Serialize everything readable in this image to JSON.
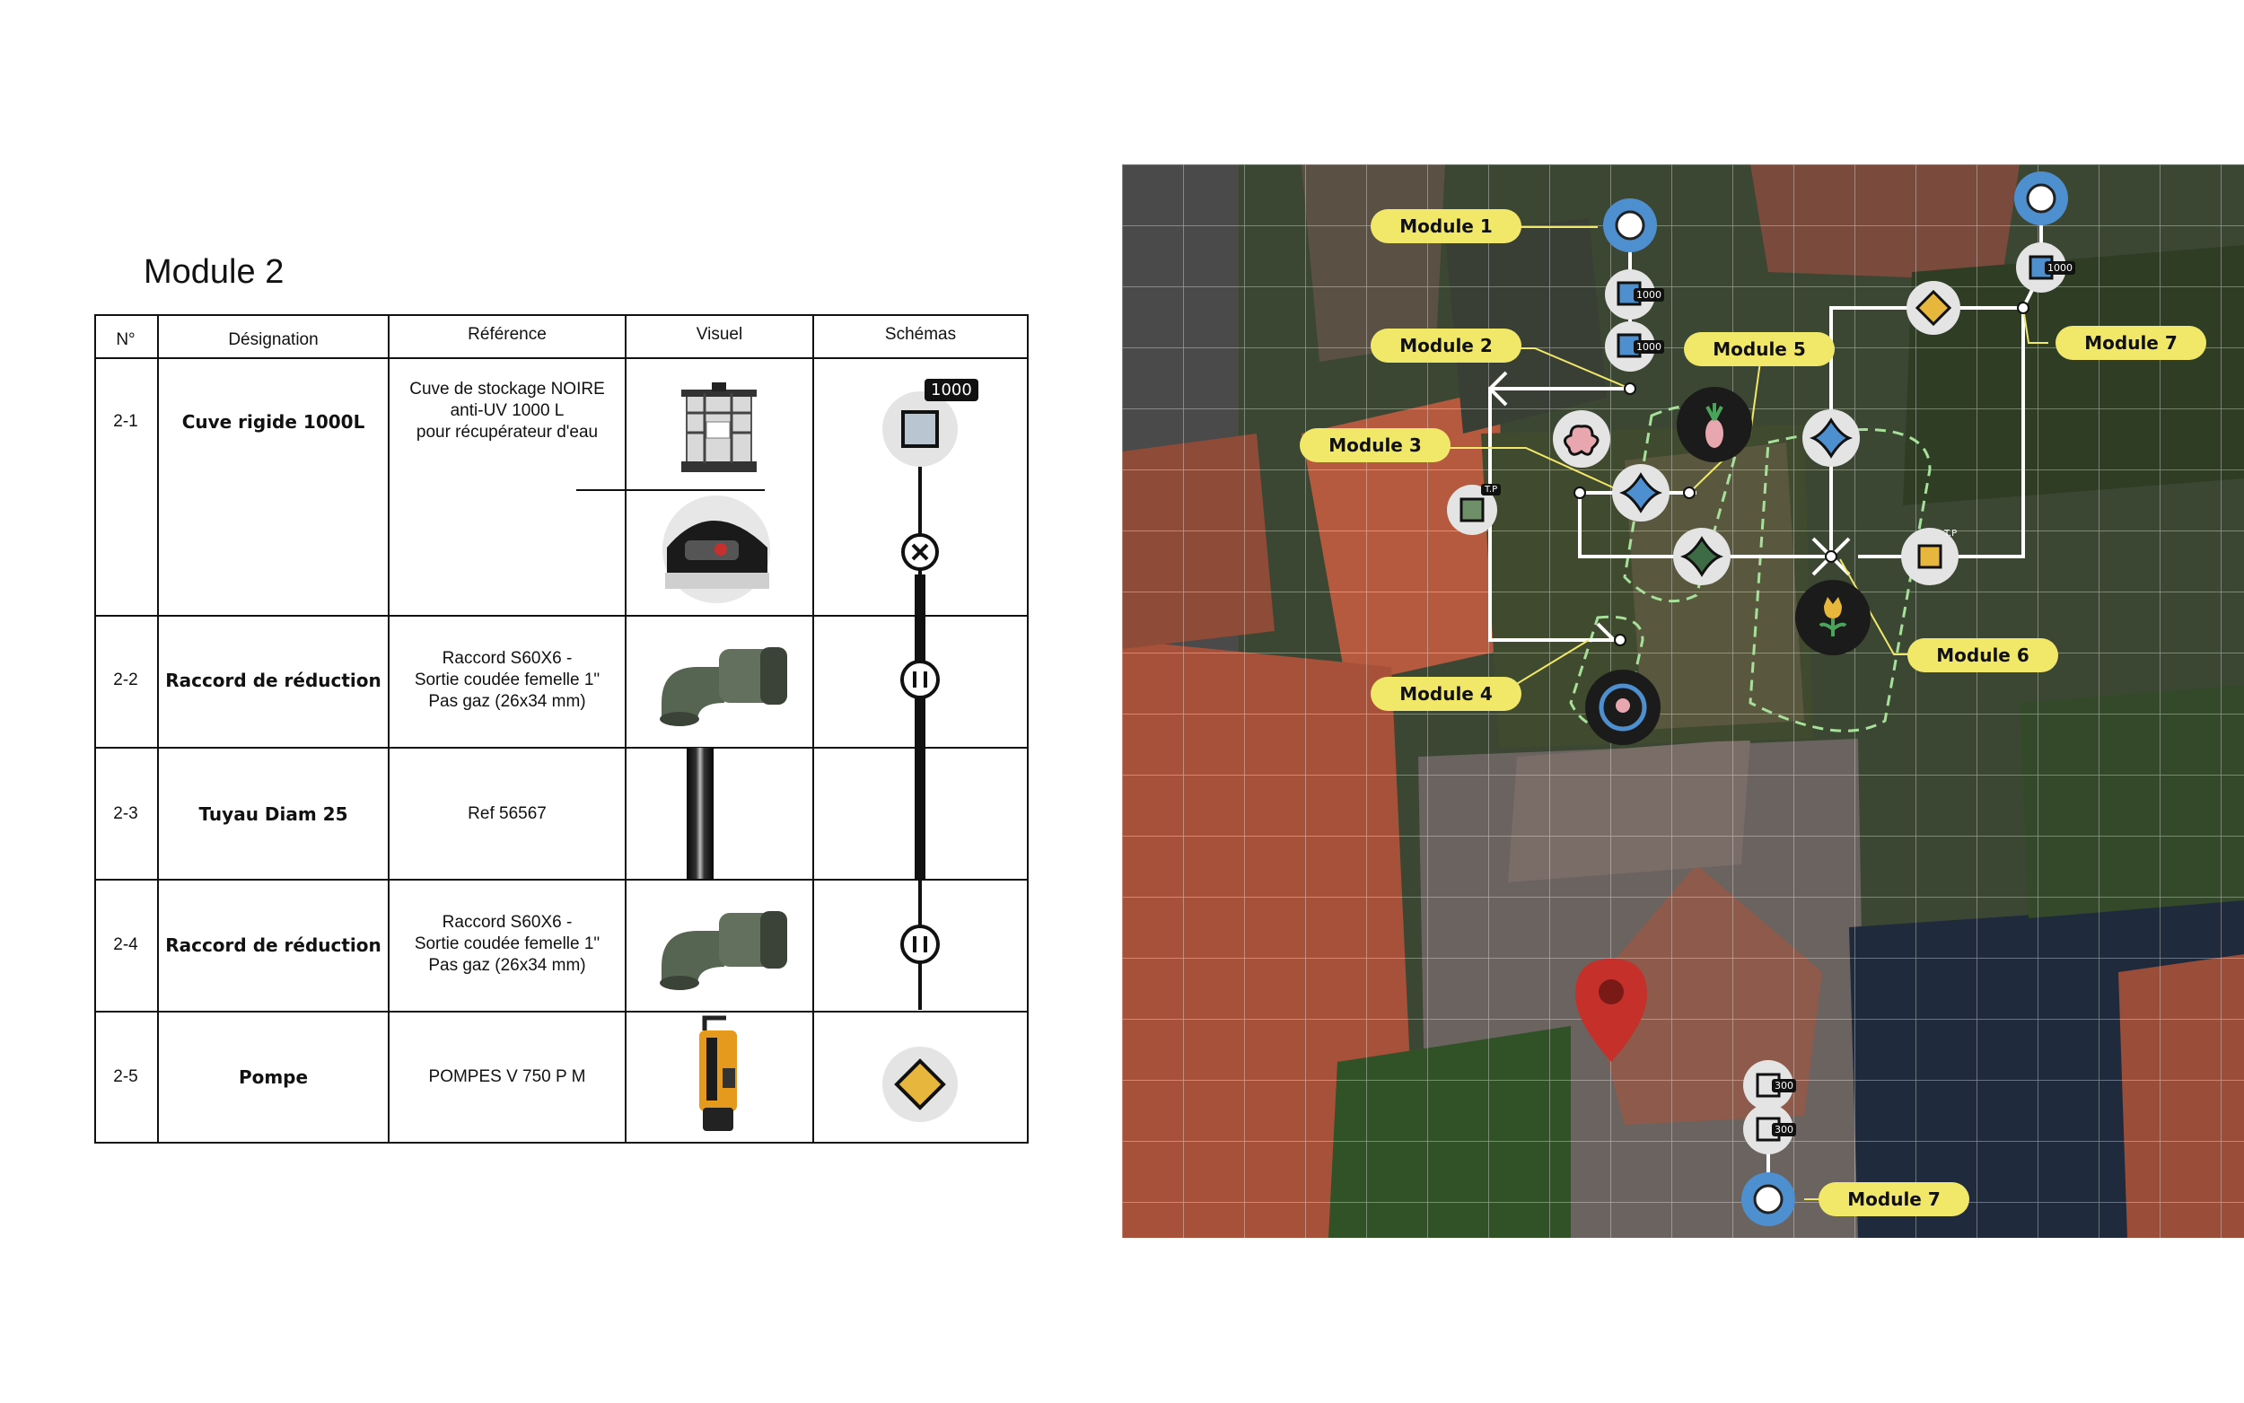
{
  "module_title": "Module 2",
  "table": {
    "headers": [
      "N°",
      "Désignation",
      "Référence",
      "Visuel",
      "Schémas"
    ],
    "rows": [
      {
        "num": "2-1",
        "designation": "Cuve rigide 1000L",
        "reference": "Cuve de stockage NOIRE\nanti-UV 1000 L\npour récupérateur d'eau"
      },
      {
        "num": "2-2",
        "designation": "Raccord de réduction",
        "reference": "Raccord S60X6 -\nSortie coudée femelle 1\"\nPas gaz (26x34 mm)"
      },
      {
        "num": "2-3",
        "designation": "Tuyau Diam 25",
        "reference": "Ref 56567"
      },
      {
        "num": "2-4",
        "designation": "Raccord de réduction",
        "reference": "Raccord S60X6 -\nSortie coudée femelle 1\"\nPas gaz (26x34 mm)"
      },
      {
        "num": "2-5",
        "designation": "Pompe",
        "reference": "POMPES V 750 P M"
      }
    ],
    "schema_badge": "1000"
  },
  "map": {
    "labels": {
      "module1": "Module 1",
      "module2": "Module 2",
      "module3": "Module 3",
      "module4": "Module 4",
      "module5": "Module 5",
      "module6": "Module 6",
      "module7_top": "Module 7",
      "module7_bottom": "Module 7"
    },
    "tank_badges": {
      "b1": "1000",
      "b2": "1000",
      "b3": "1000",
      "b4": "300",
      "b5": "300"
    },
    "tp_tags": {
      "tp1": "T.P",
      "tp2": "T.P"
    },
    "colors": {
      "label_yellow": "#f1e86a",
      "node_blue": "#4e8fd0",
      "pipe_white": "#ffffff",
      "pump_yellow": "#e7b63c",
      "location_pin": "#c5302b"
    }
  }
}
